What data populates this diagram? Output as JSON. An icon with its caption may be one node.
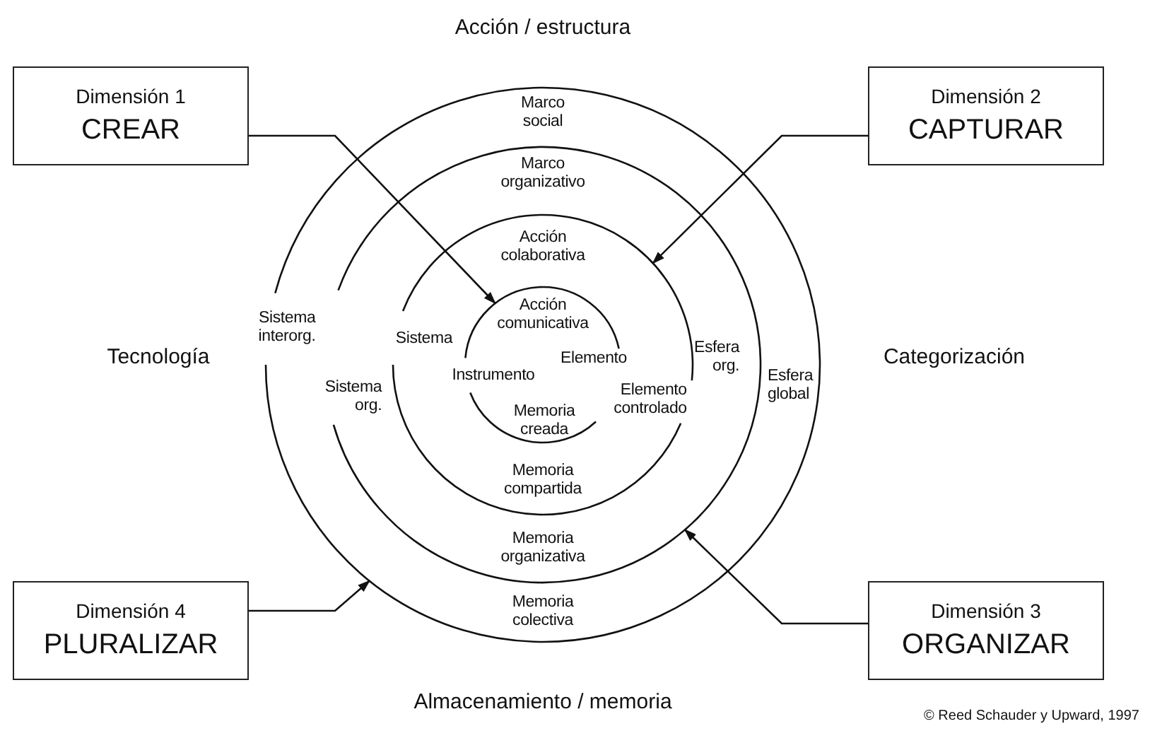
{
  "diagram": {
    "caption": "© Reed Schauder y Upward, 1997",
    "nodes": [
      {
        "text": [
          "Dimensión 1",
          "CREAR"
        ]
      },
      {
        "text": [
          "Dimensión 2",
          "CAPTURAR"
        ]
      },
      {
        "text": [
          "Dimensión 4",
          "PLURALIZAR"
        ]
      },
      {
        "text": [
          "Dimensión 3",
          "ORGANIZAR"
        ]
      },
      {
        "text": [],
        "shape": "circle"
      },
      {
        "text": [],
        "shape": "circle",
        "in": 4
      },
      {
        "text": [],
        "shape": "circle",
        "in": 5
      },
      {
        "text": [],
        "shape": "circle",
        "in": 6
      }
    ],
    "edges": [
      {
        "from": 0,
        "to": 7,
        "arrow": "to"
      },
      {
        "from": 1,
        "to": 6,
        "arrow": "to"
      },
      {
        "from": 3,
        "to": 5,
        "arrow": "to"
      },
      {
        "from": 2,
        "to": 4,
        "arrow": "to"
      }
    ],
    "labels": [
      "Acción / estructura",
      "Marco social",
      "Marco organizativo",
      "Acción colaborativa",
      "Sistema interorg.",
      "Tecnología",
      "Sistema",
      "Acción comunicativa",
      "Elemento",
      "Esfera org.",
      "Categorización",
      "Instrumento",
      "Sistema org.",
      "Esfera global",
      "Elemento controlado",
      "Memoria creada",
      "Memoria compartida",
      "Memoria organizativa",
      "Memoria colectiva",
      "Almacenamiento / memoria"
    ]
  }
}
